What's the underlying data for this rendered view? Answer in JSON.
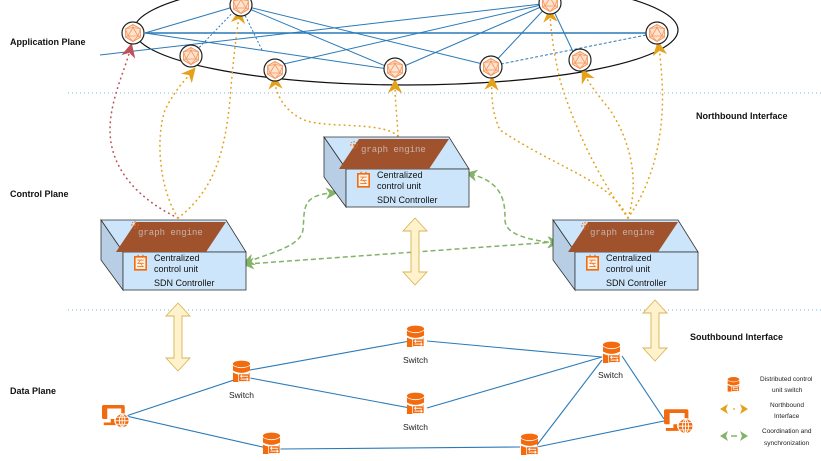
{
  "planes": {
    "application": "Application Plane",
    "control": "Control Plane",
    "data": "Data Plane"
  },
  "interfaces": {
    "northbound": "Northbound Interface",
    "southbound": "Southbound Interface"
  },
  "controllers": [
    {
      "id": "left",
      "engine_label": "graph engine",
      "unit_line1": "Centralized",
      "unit_line2": "control unit",
      "name": "SDN Controller"
    },
    {
      "id": "center",
      "engine_label": "graph engine",
      "unit_line1": "Centralized",
      "unit_line2": "control unit",
      "name": "SDN Controller"
    },
    {
      "id": "right",
      "engine_label": "graph engine",
      "unit_line1": "Centralized",
      "unit_line2": "control unit",
      "name": "SDN Controller"
    }
  ],
  "switches": [
    {
      "id": "s1",
      "label": "Switch"
    },
    {
      "id": "s2",
      "label": "Switch"
    },
    {
      "id": "s3",
      "label": "Switch"
    },
    {
      "id": "s4",
      "label": "Switch"
    },
    {
      "id": "s5",
      "label": ""
    },
    {
      "id": "s6",
      "label": ""
    }
  ],
  "hosts": [
    {
      "id": "h1",
      "icon": "computer-globe-icon"
    },
    {
      "id": "h2",
      "icon": "computer-globe-icon"
    }
  ],
  "app_nodes": [
    {
      "id": "a1",
      "icon": "icosahedron-app-icon"
    },
    {
      "id": "a2",
      "icon": "icosahedron-app-icon"
    },
    {
      "id": "a3",
      "icon": "icosahedron-app-icon"
    },
    {
      "id": "a4",
      "icon": "icosahedron-app-icon"
    },
    {
      "id": "a5",
      "icon": "icosahedron-app-icon"
    },
    {
      "id": "a6",
      "icon": "icosahedron-app-icon"
    },
    {
      "id": "a7",
      "icon": "icosahedron-app-icon"
    },
    {
      "id": "a8",
      "icon": "icosahedron-app-icon"
    },
    {
      "id": "a9",
      "icon": "icosahedron-app-icon"
    }
  ],
  "legend": {
    "items": [
      {
        "icon": "distributed-switch-icon",
        "line1": "Distributed control",
        "line2": "unit switch"
      },
      {
        "icon": "northbound-arrow-icon",
        "line1": "Northbound",
        "line2": "Interface"
      },
      {
        "icon": "coordination-arrow-icon",
        "line1": "Coordination and",
        "line2": "synchronization"
      }
    ]
  },
  "colors": {
    "orange": "#f26b0f",
    "app_orange": "#f7955a",
    "link_blue": "#2a7ab8",
    "northbound": "#e3a21a",
    "coordination": "#82b366",
    "box_front": "#cce5fa",
    "box_side": "#b7cee4",
    "engine_brown": "#a0522d",
    "red_dotted": "#c0505a",
    "sbi_fill": "#fff2cc",
    "sbi_stroke": "#d6b656",
    "divider": "#7fb7d9"
  }
}
